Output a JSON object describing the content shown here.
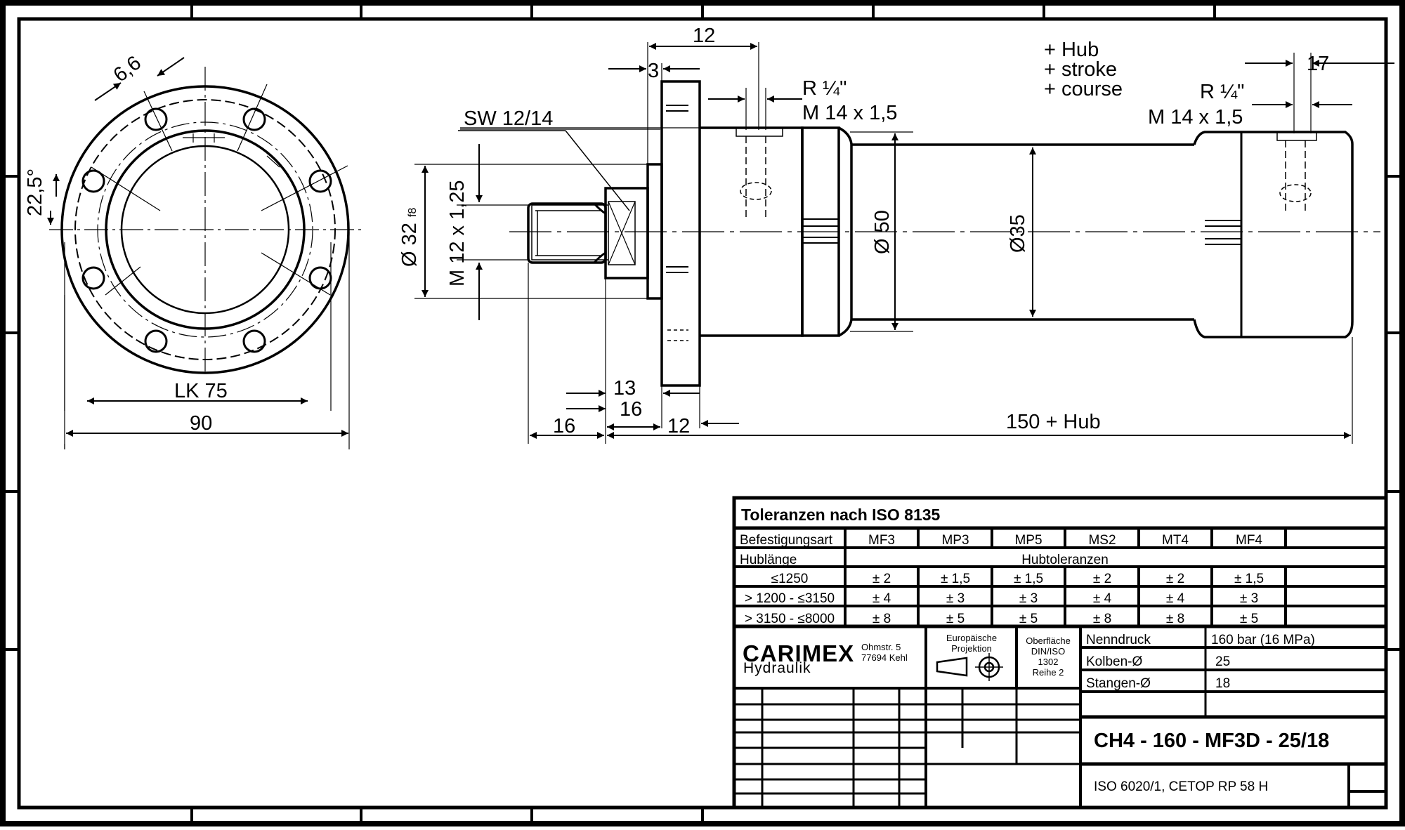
{
  "drawing": {
    "dimensions": {
      "hole_dia": "6,6",
      "angle": "22,5°",
      "bolt_circle": "LK 75",
      "flange_width": "90",
      "wrench": "SW 12/14",
      "rod_dia": "Ø 32",
      "rod_dia_fit": "f8",
      "thread": "M 12 x 1,25",
      "dim_12_top": "12",
      "dim_3": "3",
      "port_r": "R ¼\"",
      "port_m": "M 14 x 1,5",
      "port_r_2": "R ¼\"",
      "port_m_2": "M 14 x 1,5",
      "dim_17": "17",
      "stroke_de": "+ Hub",
      "stroke_en": "+ stroke",
      "stroke_fr": "+ course",
      "bore_dia": "Ø 50",
      "rod_dia2": "Ø35",
      "dim_13": "13",
      "dim_16a": "16",
      "dim_16b": "16",
      "dim_12_bot": "12",
      "overall": "150 + Hub"
    }
  },
  "titleblock": {
    "tolerance_title": "Toleranzen nach ISO 8135",
    "mount_label": "Befestigungsart",
    "mounts": [
      "MF3",
      "MP3",
      "MP5",
      "MS2",
      "MT4",
      "MF4"
    ],
    "stroke_label": "Hublänge",
    "tolerance_header": "Hubtoleranzen",
    "rows": [
      {
        "range": "≤1250",
        "values": [
          "± 2",
          "± 1,5",
          "± 1,5",
          "± 2",
          "± 2",
          "± 1,5"
        ]
      },
      {
        "range": "> 1200 - ≤3150",
        "values": [
          "± 4",
          "± 3",
          "± 3",
          "± 4",
          "± 4",
          "± 3"
        ]
      },
      {
        "range": "> 3150 - ≤8000",
        "values": [
          "± 8",
          "± 5",
          "± 5",
          "± 8",
          "± 8",
          "± 5"
        ]
      }
    ],
    "company": "CARIMEX",
    "company_sub": "Hydraulik",
    "address1": "Ohmstr. 5",
    "address2": "77694 Kehl",
    "projection1": "Europäische",
    "projection2": "Projektion",
    "surface1": "Oberfläche",
    "surface2": "DIN/ISO",
    "surface3": "1302",
    "surface4": "Reihe 2",
    "spec_labels": [
      "Nenndruck",
      "Kolben-Ø",
      "Stangen-Ø"
    ],
    "spec_values": [
      "160 bar (16 MPa)",
      "25",
      "18"
    ],
    "part_number": "CH4 - 160 - MF3D - 25/18",
    "standard": "ISO 6020/1, CETOP RP 58 H"
  }
}
